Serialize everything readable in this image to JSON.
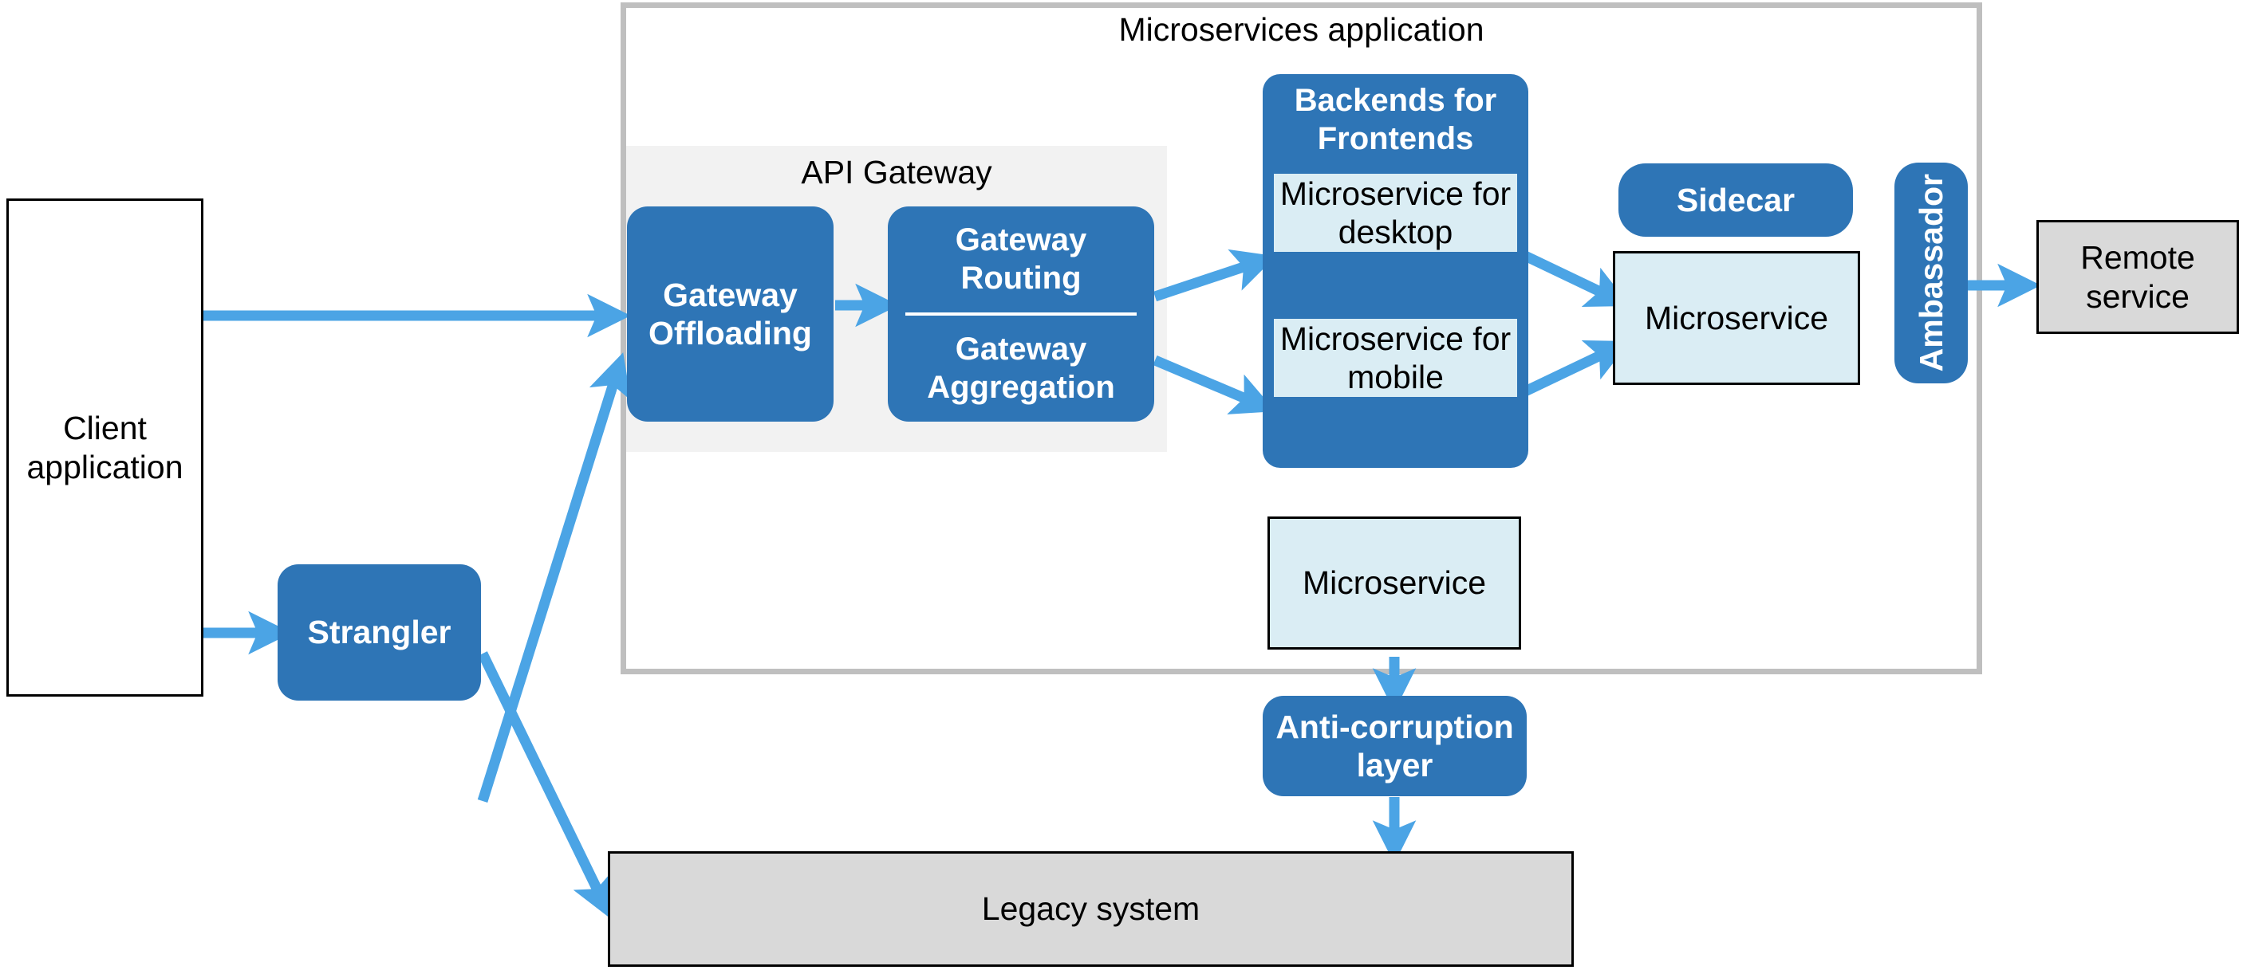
{
  "diagram": {
    "title": "Microservices application",
    "colors": {
      "pattern_blue": "#2e75b6",
      "arrow_blue": "#4ba4e5",
      "service_light_blue": "#daedf4",
      "legacy_gray": "#d9d9d9",
      "container_border_gray": "#bfbfbf",
      "panel_gray": "#f2f2f2"
    },
    "container": {
      "label": "Microservices application"
    },
    "api_gateway": {
      "label": "API Gateway",
      "offloading": "Gateway\nOffloading",
      "offloading_line1": "Gateway",
      "offloading_line2": "Offloading",
      "routing_line1": "Gateway",
      "routing_line2": "Routing",
      "aggregation_line1": "Gateway",
      "aggregation_line2": "Aggregation"
    },
    "bff": {
      "title_line1": "Backends for",
      "title_line2": "Frontends",
      "desktop_line1": "Microservice for",
      "desktop_line2": "desktop",
      "mobile_line1": "Microservice for",
      "mobile_line2": "mobile"
    },
    "nodes": {
      "client_application_line1": "Client",
      "client_application_line2": "application",
      "strangler": "Strangler",
      "sidecar": "Sidecar",
      "microservice_sidecar": "Microservice",
      "ambassador": "Ambassador",
      "remote_service_line1": "Remote",
      "remote_service_line2": "service",
      "microservice_standalone": "Microservice",
      "anti_corruption_line1": "Anti-corruption",
      "anti_corruption_line2": "layer",
      "legacy_system": "Legacy system"
    },
    "edges": [
      {
        "from": "client-application",
        "to": "gateway-offloading",
        "style": "straight-horizontal"
      },
      {
        "from": "client-application",
        "to": "strangler",
        "style": "straight-horizontal"
      },
      {
        "from": "strangler",
        "to": "gateway-offloading",
        "style": "diagonal-up"
      },
      {
        "from": "strangler",
        "to": "legacy-system",
        "style": "diagonal-down"
      },
      {
        "from": "gateway-offloading",
        "to": "gateway-routing",
        "style": "straight-horizontal"
      },
      {
        "from": "gateway-routing",
        "to": "microservice-for-desktop",
        "style": "diagonal-up"
      },
      {
        "from": "gateway-aggregation",
        "to": "microservice-for-mobile",
        "style": "diagonal-down"
      },
      {
        "from": "microservice-for-desktop",
        "to": "microservice-sidecar",
        "style": "diagonal-down"
      },
      {
        "from": "microservice-for-mobile",
        "to": "microservice-sidecar",
        "style": "diagonal-up"
      },
      {
        "from": "ambassador",
        "to": "remote-service",
        "style": "straight-horizontal"
      },
      {
        "from": "microservice-standalone",
        "to": "anti-corruption-layer",
        "style": "straight-vertical"
      },
      {
        "from": "anti-corruption-layer",
        "to": "legacy-system",
        "style": "straight-vertical"
      }
    ]
  }
}
